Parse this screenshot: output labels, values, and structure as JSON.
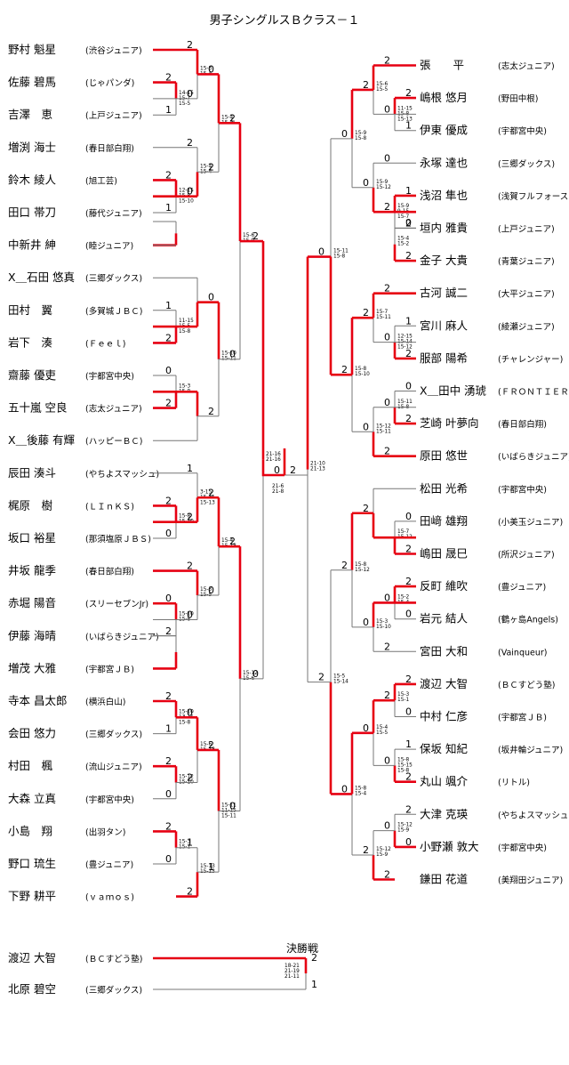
{
  "title": "男子シングルスＢクラス－１",
  "final_label": "決勝戦",
  "left_players": [
    {
      "name": "野村 魁星",
      "club": "(渋谷ジュニア)"
    },
    {
      "name": "佐藤 碧馬",
      "club": "(じゃパンダ)"
    },
    {
      "name": "吉澤　恵",
      "club": "(上戸ジュニア)"
    },
    {
      "name": "増渕 海士",
      "club": "(春日部白翔)"
    },
    {
      "name": "鈴木 綾人",
      "club": "(旭工芸)"
    },
    {
      "name": "田口 帯刀",
      "club": "(藤代ジュニア)"
    },
    {
      "name": "中新井 紳",
      "club": "(睦ジュニア)"
    },
    {
      "name": "X＿石田 悠真",
      "club": "(三郷ダックス)"
    },
    {
      "name": "田村　翼",
      "club": "(多賀城ＪＢＣ)"
    },
    {
      "name": "岩下　湊",
      "club": "(Ｆｅｅｌ)"
    },
    {
      "name": "齋藤 優吏",
      "club": "(宇都宮中央)"
    },
    {
      "name": "五十嵐 空良",
      "club": "(志太ジュニア)"
    },
    {
      "name": "X＿後藤 有輝",
      "club": "(ハッピーＢＣ)"
    },
    {
      "name": "辰田 湊斗",
      "club": "(やちよスマッシュ)"
    },
    {
      "name": "梶原　樹",
      "club": "(ＬＩｎＫＳ)"
    },
    {
      "name": "坂口 裕星",
      "club": "(那須塩原ＪＢＳ)"
    },
    {
      "name": "井坂 龍季",
      "club": "(春日部白翔)"
    },
    {
      "name": "赤堀 陽音",
      "club": "(スリーセブンJr)"
    },
    {
      "name": "伊藤 海晴",
      "club": "(いばらきジュニア)"
    },
    {
      "name": "増茂 大雅",
      "club": "(宇都宮ＪＢ)"
    },
    {
      "name": "寺本 昌太郎",
      "club": "(横浜白山)"
    },
    {
      "name": "会田 悠力",
      "club": "(三郷ダックス)"
    },
    {
      "name": "村田　楓",
      "club": "(流山ジュニア)"
    },
    {
      "name": "大森 立真",
      "club": "(宇都宮中央)"
    },
    {
      "name": "小島　翔",
      "club": "(出羽タン)"
    },
    {
      "name": "野口 琉生",
      "club": "(豊ジュニア)"
    },
    {
      "name": "下野 耕平",
      "club": "(ｖａｍｏｓ)"
    }
  ],
  "right_players": [
    {
      "name": "張　　平",
      "club": "(志太ジュニア)"
    },
    {
      "name": "嶋根 悠月",
      "club": "(野田中根)"
    },
    {
      "name": "伊東 優成",
      "club": "(宇都宮中央)"
    },
    {
      "name": "永塚 達也",
      "club": "(三郷ダックス)"
    },
    {
      "name": "浅沼 隼也",
      "club": "(浅賀フルフォース)"
    },
    {
      "name": "垣内 雅貴",
      "club": "(上戸ジュニア)"
    },
    {
      "name": "金子 大貴",
      "club": "(青葉ジュニア)"
    },
    {
      "name": "古河 誠二",
      "club": "(大平ジュニア)"
    },
    {
      "name": "宮川 麻人",
      "club": "(綾瀬ジュニア)"
    },
    {
      "name": "服部 陽希",
      "club": "(チャレンジャー)"
    },
    {
      "name": "X＿田中 湧琥",
      "club": "(ＦＲＯＮＴＩＥＲ)"
    },
    {
      "name": "芝崎 叶夢向",
      "club": "(春日部白翔)"
    },
    {
      "name": "原田 悠世",
      "club": "(いばらきジュニア)"
    },
    {
      "name": "松田 光希",
      "club": "(宇都宮中央)"
    },
    {
      "name": "田﨑 雄翔",
      "club": "(小美玉ジュニア)"
    },
    {
      "name": "嶋田 晟巳",
      "club": "(所沢ジュニア)"
    },
    {
      "name": "反町 維吹",
      "club": "(豊ジュニア)"
    },
    {
      "name": "岩元 結人",
      "club": "(鶴ヶ島Angels)"
    },
    {
      "name": "宮田 大和",
      "club": "(Vainqueur)"
    },
    {
      "name": "渡辺 大智",
      "club": "(ＢＣすどう塾)"
    },
    {
      "name": "中村 仁彦",
      "club": "(宇都宮ＪＢ)"
    },
    {
      "name": "保坂 知紀",
      "club": "(坂井輪ジュニア)"
    },
    {
      "name": "丸山 颯介",
      "club": "(リトル)"
    },
    {
      "name": "大津 克瑛",
      "club": "(やちよスマッシュ)"
    },
    {
      "name": "小野瀬 敦大",
      "club": "(宇都宮中央)"
    },
    {
      "name": "鎌田 花道",
      "club": "(美翔田ジュニア)"
    }
  ],
  "final_players": [
    {
      "name": "渡辺 大智",
      "club": "(ＢＣすどう塾)"
    },
    {
      "name": "北原 碧空",
      "club": "(三郷ダックス)"
    }
  ],
  "final_scores": {
    "a": "2",
    "b": "1",
    "sets": [
      "18-21",
      "21-19",
      "21-11"
    ]
  },
  "semi_scores": {
    "a": "0",
    "b": "2",
    "sets": [
      "21-6",
      "21-8"
    ]
  },
  "semi_left_sets": [
    "21-16",
    "21-16"
  ],
  "semi_right_sets": [
    "21-10",
    "21-13"
  ],
  "left_matches": [
    {
      "sets": [
        "15-3",
        "15-4"
      ],
      "a": "2",
      "b": "0"
    },
    {
      "sets": [
        "14-15",
        "15-7",
        "15-5"
      ],
      "a": "2",
      "b": "1"
    },
    {
      "sets": [
        "15-4",
        "15-4"
      ],
      "a": "2",
      "b": "0"
    },
    {
      "sets": [
        "12-15",
        "15-8",
        "15-10"
      ],
      "a": "2",
      "b": "1"
    },
    {
      "sets": [
        "15-4",
        "15-2"
      ],
      "a": "0",
      "b": "2"
    },
    {
      "sets": [
        "15-7",
        "15-9"
      ],
      "a": "2",
      "b": "0"
    },
    {
      "sets": [
        "11-15",
        "15-5",
        "15-8"
      ],
      "a": "1",
      "b": "2"
    },
    {
      "sets": [
        "15-3",
        "15-8"
      ],
      "a": "0",
      "b": "2"
    },
    {
      "sets": [
        "15-10",
        "15-11"
      ],
      "a": "0",
      "b": "2"
    },
    {
      "sets": [
        "15-6",
        "15-9"
      ],
      "a": "2",
      "b": "0"
    },
    {
      "sets": [
        "3-15",
        "15-11",
        "15-13"
      ],
      "a": "1",
      "b": "2"
    },
    {
      "sets": [
        "15-8",
        "15-10"
      ],
      "a": "2",
      "b": "0"
    },
    {
      "sets": [
        "15-3",
        "15-5"
      ],
      "a": "2",
      "b": "0"
    },
    {
      "sets": [
        "15-10",
        "15-8"
      ],
      "a": "0",
      "b": "2"
    },
    {
      "sets": [
        "15-4",
        "15-13"
      ],
      "a": "2",
      "b": "0"
    },
    {
      "sets": [
        "15-10",
        "13-15",
        "15-8"
      ],
      "a": "2",
      "b": "1"
    },
    {
      "sets": [
        "15-12",
        "15-10"
      ],
      "a": "2",
      "b": "0"
    },
    {
      "sets": [
        "15-6",
        "15-13"
      ],
      "a": "0",
      "b": "2"
    },
    {
      "sets": [
        "15-3",
        "15-1"
      ],
      "a": "2",
      "b": "0"
    },
    {
      "sets": [
        "15-13",
        "15-13"
      ],
      "a": "1",
      "b": "2"
    },
    {
      "sets": [
        "15-11",
        "11-15",
        "15-11"
      ],
      "a": "2",
      "b": "1"
    },
    {
      "sets": [
        "15-12",
        "15-6"
      ],
      "a": "2",
      "b": "0"
    }
  ],
  "right_matches": [
    {
      "sets": [
        "15-6",
        "15-5"
      ],
      "a": "2",
      "b": "0"
    },
    {
      "sets": [
        "11-15",
        "15-8",
        "15-13"
      ],
      "a": "2",
      "b": "1"
    },
    {
      "sets": [
        "15-9",
        "15-8"
      ],
      "a": "2",
      "b": "0"
    },
    {
      "sets": [
        "15-9",
        "15-12"
      ],
      "a": "0",
      "b": "2"
    },
    {
      "sets": [
        "15-9",
        "9-15",
        "15-7"
      ],
      "a": "1",
      "b": "2"
    },
    {
      "sets": [
        "15-4",
        "15-2"
      ],
      "a": "0",
      "b": "2"
    },
    {
      "sets": [
        "15-11",
        "15-8"
      ],
      "a": "0",
      "b": "2"
    },
    {
      "sets": [
        "15-7",
        "15-11"
      ],
      "a": "2",
      "b": "0"
    },
    {
      "sets": [
        "12-15",
        "15-14",
        "15-12"
      ],
      "a": "1",
      "b": "2"
    },
    {
      "sets": [
        "15-8",
        "15-10"
      ],
      "a": "2",
      "b": "0"
    },
    {
      "sets": [
        "15-11",
        "15-8"
      ],
      "a": "0",
      "b": "2"
    },
    {
      "sets": [
        "15-12",
        "15-11"
      ],
      "a": "0",
      "b": "2"
    },
    {
      "sets": [
        "15-7",
        "15-12"
      ],
      "a": "0",
      "b": "2"
    },
    {
      "sets": [
        "15-5",
        "15-14"
      ],
      "a": "2",
      "b": "0"
    },
    {
      "sets": [
        "15-2",
        "15-4"
      ],
      "a": "2",
      "b": "0"
    },
    {
      "sets": [
        "15-3",
        "15-10"
      ],
      "a": "0",
      "b": "2"
    },
    {
      "sets": [
        "15-8",
        "15-12"
      ],
      "a": "2",
      "b": "0"
    },
    {
      "sets": [
        "15-3",
        "15-1"
      ],
      "a": "2",
      "b": "0"
    },
    {
      "sets": [
        "15-4",
        "15-5"
      ],
      "a": "2",
      "b": "0"
    },
    {
      "sets": [
        "15-8",
        "15-15",
        "15-8"
      ],
      "a": "1",
      "b": "2"
    },
    {
      "sets": [
        "15-12",
        "15-9"
      ],
      "a": "2",
      "b": "0"
    },
    {
      "sets": [
        "15-12",
        "15-9"
      ],
      "a": "0",
      "b": "2"
    },
    {
      "sets": [
        "15-8",
        "15-4"
      ],
      "a": "0",
      "b": "2"
    }
  ]
}
